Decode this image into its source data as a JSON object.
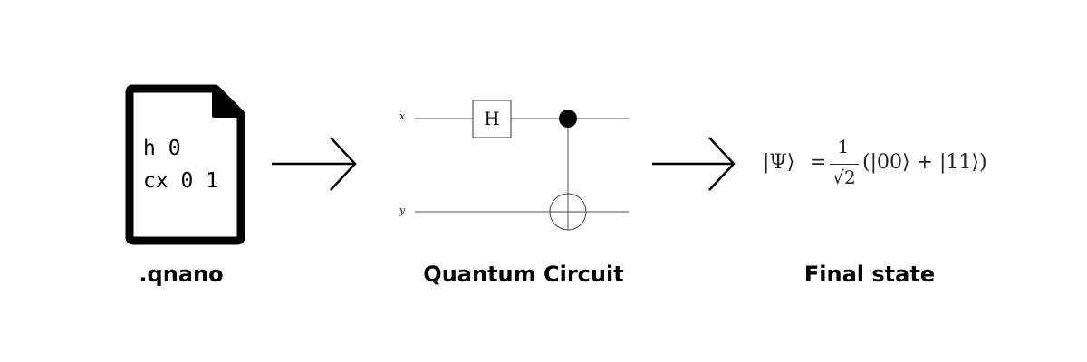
{
  "file": {
    "code_lines": [
      "h 0",
      "cx 0 1"
    ],
    "caption": ".qnano",
    "icon": "document-icon"
  },
  "circuit": {
    "caption": "Quantum Circuit",
    "wire_labels": [
      "x",
      "y"
    ],
    "gate_label": "H",
    "icons": [
      "hadamard-gate",
      "control-dot",
      "target-oplus"
    ]
  },
  "state": {
    "caption": "Final state",
    "lhs": "|Ψ⟩",
    "equals": "=",
    "frac_num": "1",
    "frac_den": "√2",
    "rhs": "(|00⟩ + |11⟩)"
  },
  "arrows": [
    "right-arrow-icon",
    "right-arrow-icon"
  ],
  "colors": {
    "ink": "#000000",
    "circuit_line": "#555555"
  }
}
